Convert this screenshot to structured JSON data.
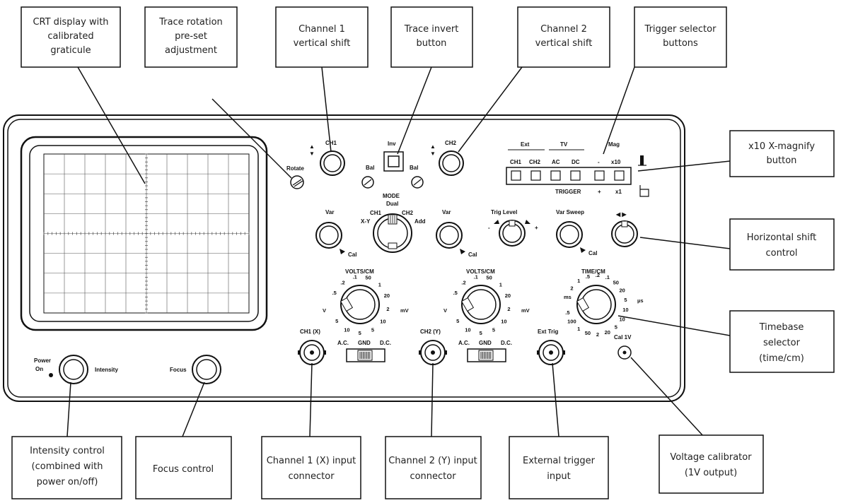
{
  "callouts": {
    "crt": [
      "CRT display with",
      "calibrated",
      "graticule"
    ],
    "rotation": [
      "Trace rotation",
      "pre-set",
      "adjustment"
    ],
    "ch1_shift": [
      "Channel 1",
      "vertical shift"
    ],
    "invert": [
      "Trace invert",
      "button"
    ],
    "ch2_shift": [
      "Channel 2",
      "vertical shift"
    ],
    "trigger_sel": [
      "Trigger selector",
      "buttons"
    ],
    "magnify": [
      "x10 X-magnify",
      "button"
    ],
    "hshift": [
      "Horizontal shift",
      "control"
    ],
    "timebase": [
      "Timebase",
      "selector",
      "(time/cm)"
    ],
    "intensity": [
      "Intensity control",
      "(combined with",
      "power on/off)"
    ],
    "focus": [
      "Focus control"
    ],
    "ch1_input": [
      "Channel 1 (X) input",
      "connector"
    ],
    "ch2_input": [
      "Channel 2 (Y) input",
      "connector"
    ],
    "ext_trig": [
      "External trigger",
      "input"
    ],
    "calibrator": [
      "Voltage calibrator",
      "(1V output)"
    ]
  },
  "panel": {
    "rotate": "Rotate",
    "ch1": "CH1",
    "ch2": "CH2",
    "inv": "Inv",
    "bal": "Bal",
    "mode": "MODE",
    "dual": "Dual",
    "xy": "X-Y",
    "add": "Add",
    "var": "Var",
    "cal": "Cal",
    "trig_level": "Trig Level",
    "minus": "-",
    "plus": "+",
    "var_sweep": "Var Sweep",
    "ext": "Ext",
    "tv": "TV",
    "mag": "Mag",
    "trigger": "TRIGGER",
    "ac": "AC",
    "dc": "DC",
    "x10": "x10",
    "x1": "x1",
    "volts_cm": "VOLTS/CM",
    "time_cm": "TIME/CM",
    "v": "V",
    "mv": "mV",
    "ms": "ms",
    "us": "µs",
    "ch1_x": "CH1 (X)",
    "ch2_y": "CH2 (Y)",
    "ext_trig": "Ext Trig",
    "cal_1v": "Cal 1V",
    "a_c": "A.C.",
    "gnd": "GND",
    "d_c": "D.C.",
    "power": "Power",
    "on": "On",
    "intensity": "Intensity",
    "focus": "Focus"
  },
  "volts_ticks": [
    ".5",
    ".2",
    ".1",
    "50",
    "1",
    "20",
    "2",
    "10",
    "5",
    "5",
    "10",
    "5"
  ],
  "time_ticks": [
    "ms",
    "2",
    "1",
    ".5",
    ".2",
    ".1",
    "50",
    "20",
    "5",
    "10",
    "10",
    "5",
    "20",
    "2",
    "50",
    "1",
    "100",
    ".5"
  ],
  "colors": {
    "line": "#111111",
    "text": "#222222"
  }
}
